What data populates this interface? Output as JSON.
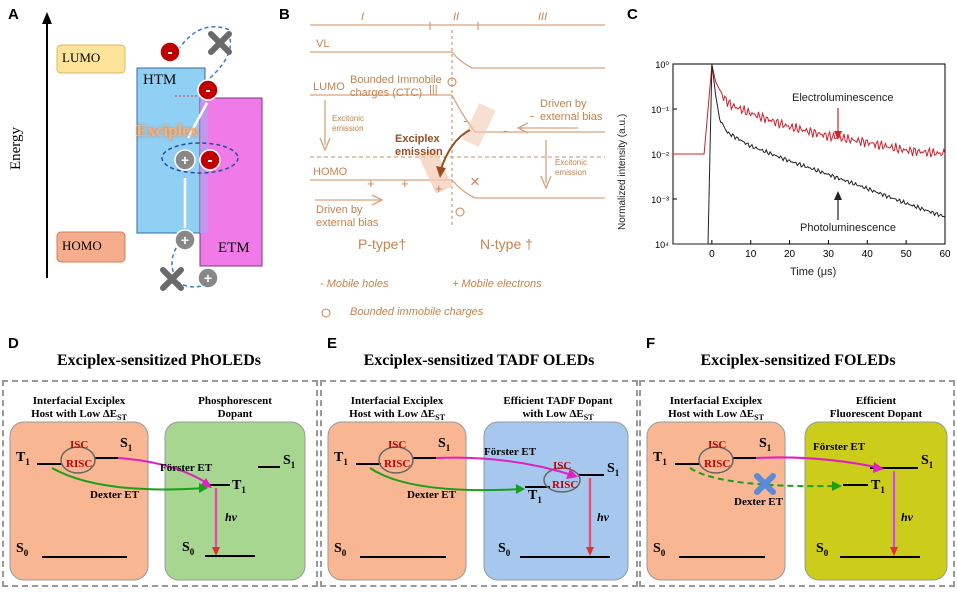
{
  "panels": {
    "a": {
      "letter": "A",
      "lumo": "LUMO",
      "homo": "HOMO",
      "energy": "Energy",
      "htm": "HTM",
      "etm": "ETM",
      "exciplex": "Exciplex",
      "colors": {
        "htm": "#8fd0f4",
        "etm": "#f07ae8",
        "lumo_box": "#fde49a",
        "homo_box": "#f6ad8e"
      }
    },
    "b": {
      "letter": "B",
      "region_i": "I",
      "region_ii": "II",
      "region_iii": "III",
      "vl": "VL",
      "lumo": "LUMO",
      "homo": "HOMO",
      "ctc": "Bounded Immobile\ncharges (CTC)",
      "excitonic1": "Excitonic\nemission",
      "excitonic2": "Excitonic\nemission",
      "exciplex_emission": "Exciplex\nemission",
      "driven_left": "Driven by\nexternal bias",
      "driven_right": "Driven by\nexternal bias",
      "ptype": "P-type†",
      "ntype": "N-type †",
      "legend_holes": "- Mobile holes",
      "legend_electrons": "+ Mobile electrons",
      "legend_bounded": "Bounded immobile charges"
    },
    "c": {
      "letter": "C",
      "ylabel": "Normalized intensity (a.u.)",
      "xlabel": "Time (μs)",
      "el_label": "Electroluminescence",
      "pl_label": "Photoluminescence"
    },
    "d": {
      "letter": "D",
      "title": "Exciplex-sensitized PhOLEDs",
      "host_head": "Interfacial Exciplex\nHost with Low ΔE",
      "host_sub": "ST",
      "dopant_head": "Phosphorescent\nDopant",
      "isc": "ISC",
      "risc": "RISC",
      "forster": "Förster ET",
      "dexter": "Dexter ET",
      "hv": "hv"
    },
    "e": {
      "letter": "E",
      "title": "Exciplex-sensitized TADF OLEDs",
      "host_head": "Interfacial Exciplex\nHost with Low ΔE",
      "host_sub": "ST",
      "dopant_head": "Efficient TADF Dopant\nwith Low ΔE",
      "dopant_sub": "ST",
      "isc": "ISC",
      "risc": "RISC",
      "forster": "Förster ET",
      "dexter": "Dexter ET",
      "hv": "hv"
    },
    "f": {
      "letter": "F",
      "title": "Exciplex-sensitized FOLEDs",
      "host_head": "Interfacial Exciplex\nHost with Low ΔE",
      "host_sub": "ST",
      "dopant_head": "Efficient\nFluorescent Dopant",
      "isc": "ISC",
      "risc": "RISC",
      "forster": "Förster ET",
      "dexter": "Dexter ET",
      "hv": "hv"
    }
  },
  "levels": {
    "t1": "T",
    "s1": "S",
    "s0": "S",
    "sub1": "1",
    "sub0": "0"
  },
  "chart_data": {
    "type": "line",
    "xlabel": "Time (μs)",
    "ylabel": "Normalized intensity (a.u.)",
    "xlim": [
      -10,
      60
    ],
    "ylim_log10": [
      -4,
      0
    ],
    "y_scale": "log",
    "x_ticks": [
      0,
      10,
      20,
      30,
      40,
      50,
      60
    ],
    "y_tick_labels": [
      "10⁴",
      "10⁻³",
      "10⁻²",
      "10⁻¹",
      "10⁰"
    ],
    "series": [
      {
        "name": "Electroluminescence",
        "color": "#d0202a",
        "x": [
          -10,
          -2,
          0,
          1,
          3,
          5,
          10,
          20,
          30,
          40,
          50,
          60
        ],
        "y": [
          0.01,
          0.01,
          0.95,
          0.4,
          0.18,
          0.12,
          0.08,
          0.04,
          0.025,
          0.018,
          0.012,
          0.01
        ]
      },
      {
        "name": "Photoluminescence",
        "color": "#222222",
        "x": [
          -10,
          -1,
          0,
          1,
          2,
          4,
          10,
          20,
          30,
          40,
          50,
          60
        ],
        "y": [
          0.0001,
          0.0001,
          1.0,
          0.2,
          0.06,
          0.03,
          0.015,
          0.007,
          0.0035,
          0.0017,
          0.0008,
          0.0004
        ]
      }
    ]
  }
}
